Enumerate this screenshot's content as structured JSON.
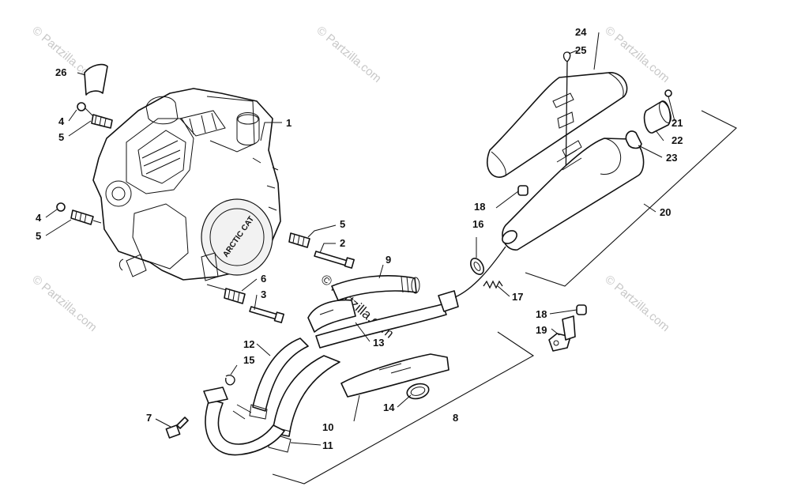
{
  "watermark": "© Partzilla.com",
  "center_watermark": "© Partzilla.com",
  "engine_brand": "ARCTIC CAT",
  "callouts": [
    "1",
    "2",
    "3",
    "4",
    "4",
    "5",
    "5",
    "5",
    "6",
    "7",
    "8",
    "9",
    "10",
    "11",
    "12",
    "13",
    "14",
    "15",
    "16",
    "17",
    "18",
    "18",
    "19",
    "20",
    "21",
    "22",
    "23",
    "24",
    "25",
    "26"
  ]
}
